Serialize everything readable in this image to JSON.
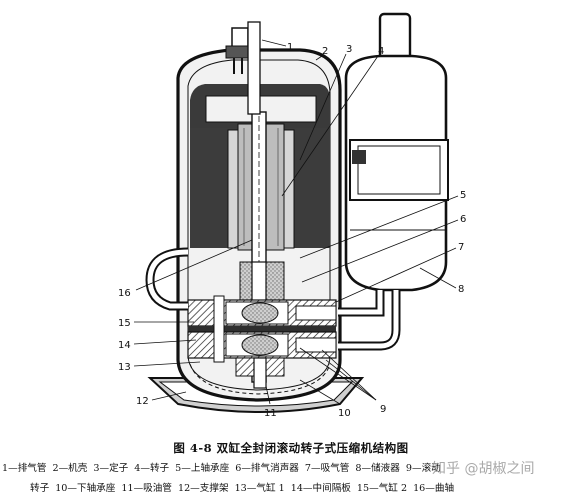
{
  "figure": {
    "caption": "图 4-8  双缸全封闭滚动转子式压缩机结构图",
    "callouts": [
      "1",
      "2",
      "3",
      "4",
      "5",
      "6",
      "7",
      "8",
      "9",
      "10",
      "11",
      "12",
      "13",
      "14",
      "15",
      "16"
    ],
    "legend_row1": [
      "1—排气管",
      "2—机壳",
      "3—定子",
      "4—转子",
      "5—上轴承座",
      "6—排气消声器",
      "7—吸气管",
      "8—储液器",
      "9—滚动"
    ],
    "legend_row2": [
      "转子",
      "10—下轴承座",
      "11—吸油管",
      "12—支撑架",
      "13—气缸 1",
      "14—中间隔板",
      "15—气缸 2",
      "16—曲轴"
    ],
    "watermark": "知乎 @胡椒之间"
  }
}
